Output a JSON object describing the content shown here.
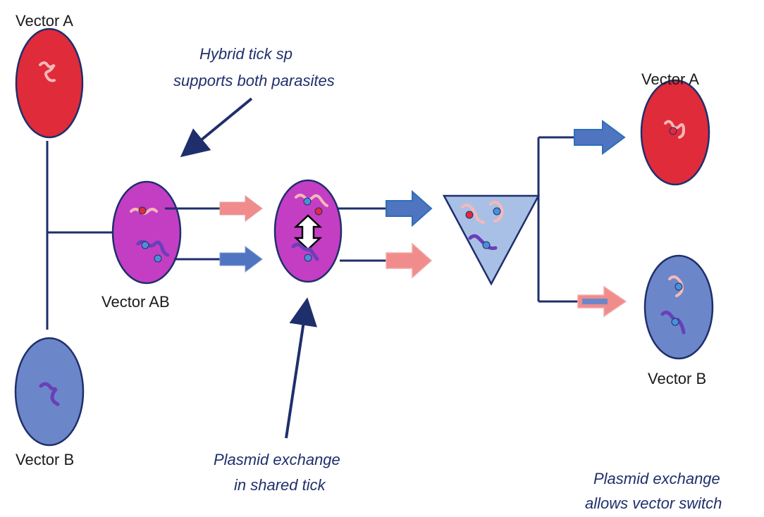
{
  "labels": {
    "vector_a_left": "Vector A",
    "vector_b_left": "Vector B",
    "vector_ab": "Vector AB",
    "vector_a_right": "Vector A",
    "vector_b_right": "Vector B"
  },
  "notes": {
    "hybrid": [
      "Hybrid tick sp",
      "supports both parasites"
    ],
    "shared": [
      "Plasmid exchange",
      "in shared tick"
    ],
    "switch": [
      "Plasmid exchange",
      "allows vector switch"
    ]
  },
  "colors": {
    "vector_a": "#e02b3a",
    "vector_b": "#6b87c9",
    "vector_ab": "#c43ec4",
    "outline": "#1f2f6b",
    "triangle": "#a9c0e6",
    "arrow_pink": "#f08c8c",
    "arrow_blue": "#4f74c0",
    "spirochete_red": "#f5b8b8",
    "spirochete_purple": "#6a3fb8"
  },
  "icons": {
    "double_arrow": "double-headed-arrow-icon",
    "spirochete": "spirochete-icon",
    "plasmid": "plasmid-dot-icon"
  }
}
